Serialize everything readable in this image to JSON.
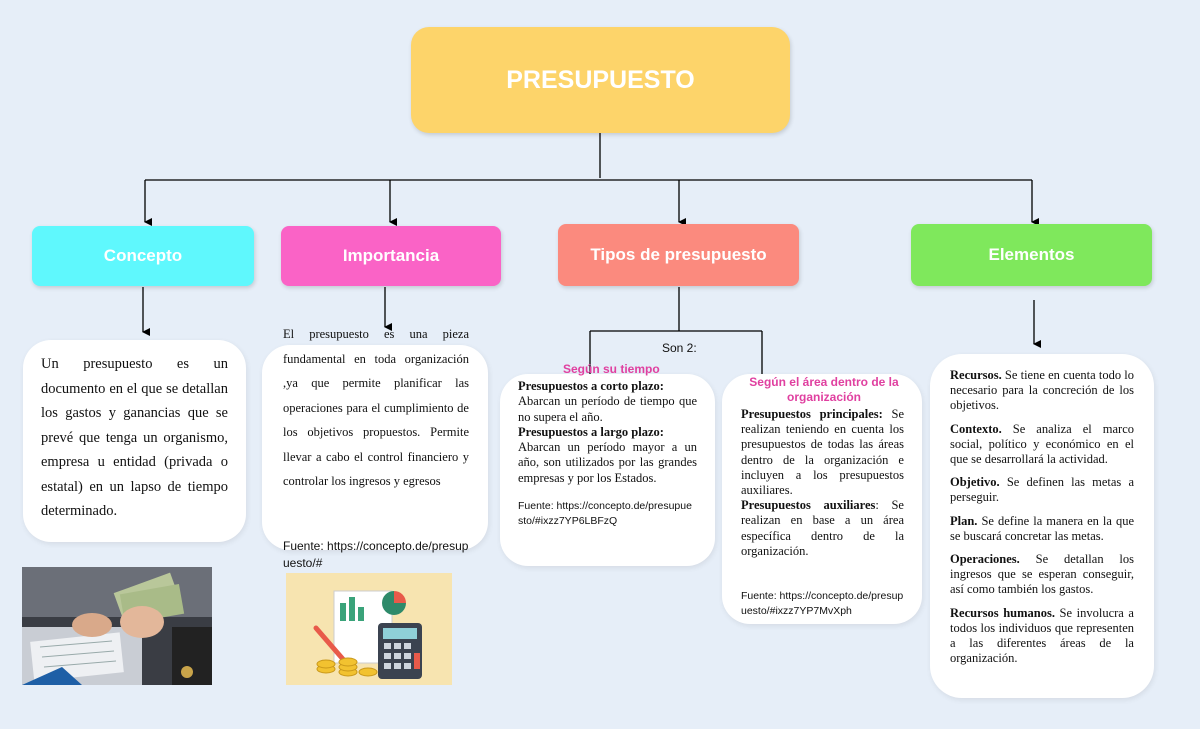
{
  "title": "PRESUPUESTO",
  "branches": {
    "concepto": "Concepto",
    "importancia": "Importancia",
    "tipos": "Tipos de presupuesto",
    "elementos": "Elementos"
  },
  "concepto_text": "Un presupuesto es un documento en el que se detallan los gastos y ganancias que se prevé que tenga un organismo, empresa u entidad (privada o estatal) en un lapso de tiempo determinado.",
  "importancia_text": "El presupuesto es una pieza fundamental en toda organización ,ya que permite planificar las operaciones para el cumplimiento de los objetivos propuestos. Permite llevar a cabo el control financiero y controlar los ingresos y egresos",
  "importancia_fuente": "Fuente: https://concepto.de/presupuesto/#",
  "tipos_son": "Son 2:",
  "tiempo": {
    "label": "Según su tiempo",
    "corto_title": "Presupuestos a corto plazo:",
    "corto_text": "Abarcan un período de tiempo que no supera el año.",
    "largo_title": "Presupuestos a largo plazo:",
    "largo_text": "Abarcan un período mayor a un año, son utilizados por las grandes empresas y por los Estados.",
    "fuente": "Fuente: https://concepto.de/presupuesto/#ixzz7YP6LBFzQ"
  },
  "area": {
    "label": "Según el área dentro de la organización",
    "principales_title": "Presupuestos principales:",
    "principales_text": "Se realizan teniendo en cuenta los presupuestos de todas las áreas dentro de la organización e incluyen a los presupuestos auxiliares.",
    "auxiliares_title": "Presupuestos auxiliares",
    "auxiliares_text": ": Se realizan en base a un área específica dentro de la organización.",
    "fuente": "Fuente: https://concepto.de/presupuesto/#ixzz7YP7MvXph"
  },
  "elementos": [
    {
      "title": "Recursos.",
      "text": "Se tiene en cuenta todo lo necesario para la concreción de los objetivos."
    },
    {
      "title": "Contexto.",
      "text": "Se analiza el marco social, político y económico en el que se desarrollará la actividad."
    },
    {
      "title": "Objetivo.",
      "text": "Se definen las metas a perseguir."
    },
    {
      "title": "Plan.",
      "text": "Se define la manera en la que se buscará concretar las metas."
    },
    {
      "title": "Operaciones.",
      "text": "Se detallan los ingresos que se esperan conseguir, así como también los gastos."
    },
    {
      "title": "Recursos humanos.",
      "text": "Se involucra a todos los individuos que representen a las diferentes áreas de la organización."
    }
  ],
  "colors": {
    "title": "#fdd46a",
    "concepto": "#5ff8fd",
    "importancia": "#fa63c6",
    "tipos": "#fb8a7e",
    "elementos": "#7fe85c",
    "background": "#e6eef8",
    "accent_pink": "#e040a0"
  },
  "images": [
    "money-counting-photo",
    "budget-calculator-illustration"
  ]
}
